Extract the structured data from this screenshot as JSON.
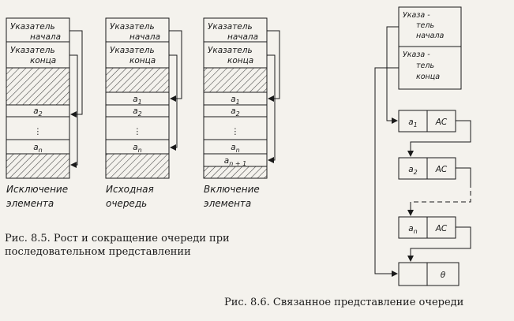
{
  "figure_8_5": {
    "labels": {
      "ptr_start": [
        "Указатель",
        "начала"
      ],
      "ptr_end": [
        "Указатель",
        "конца"
      ],
      "a": "a",
      "n": "n",
      "n_plus_1": "n + 1",
      "dots": "⋮",
      "sub1": "1",
      "sub2": "2"
    },
    "panels": [
      {
        "name": "exclusion",
        "caption": [
          "Исключение",
          "элемента"
        ]
      },
      {
        "name": "initial",
        "caption": [
          "Исходная",
          "очередь"
        ]
      },
      {
        "name": "inclusion",
        "caption": [
          "Включение",
          "элемента"
        ]
      }
    ],
    "caption": [
      "Рис. 8.5. Рост и сокращение очереди при",
      "последовательном представлении"
    ]
  },
  "figure_8_6": {
    "labels": {
      "ptr_start": [
        "Указа -",
        "тель",
        "начала"
      ],
      "ptr_end": [
        "Указа -",
        "тель",
        "конца"
      ]
    },
    "nodes": [
      {
        "name": "a",
        "sub": "1",
        "field": "AC"
      },
      {
        "name": "a",
        "sub": "2",
        "field": "AC"
      },
      {
        "name": "a",
        "sub": "n",
        "field": "AC"
      },
      {
        "name": "",
        "sub": "",
        "field": "θ"
      }
    ],
    "caption": "Рис. 8.6. Связанное представление очереди"
  }
}
